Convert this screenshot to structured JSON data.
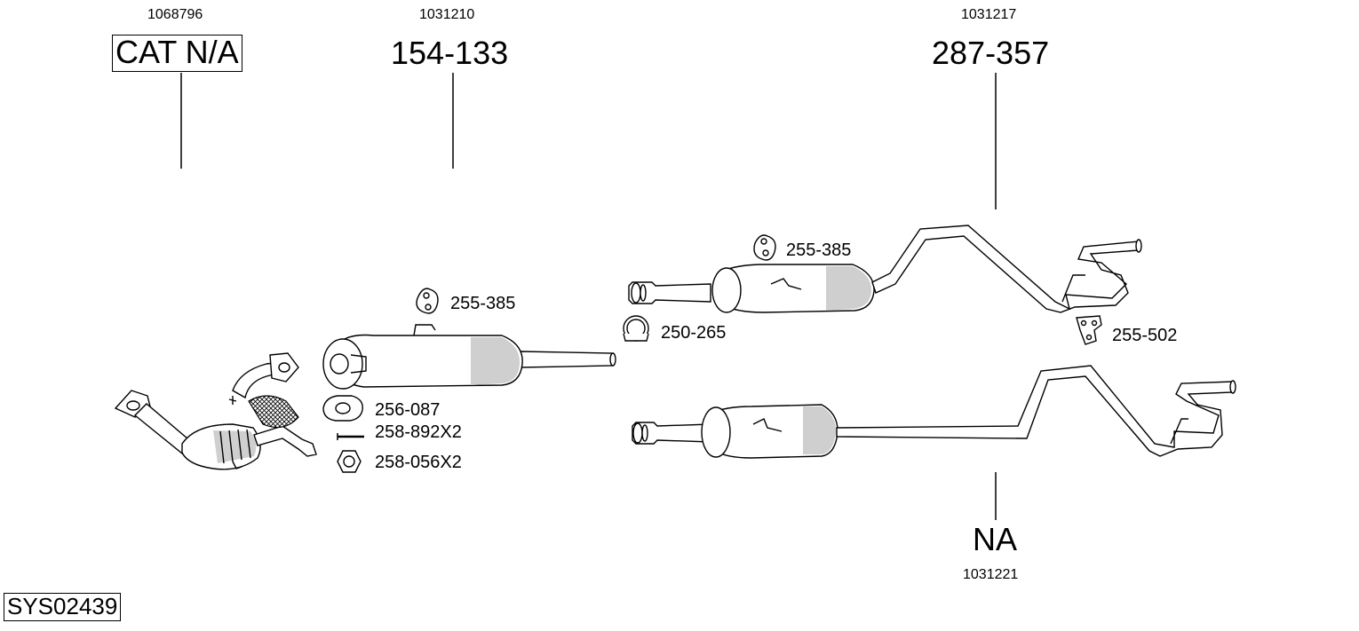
{
  "diagram": {
    "code_top_1": "1068796",
    "code_top_2": "1031210",
    "code_top_3": "1031217",
    "code_bottom": "1031221",
    "part_cat": "CAT N/A",
    "part_front": "154-133",
    "part_rear": "287-357",
    "part_rear_alt": "NA",
    "system_id": "SYS02439"
  },
  "accessories": {
    "hanger_1": "255-385",
    "hanger_2": "255-385",
    "clamp": "250-265",
    "hanger_3": "255-502",
    "gasket": "256-087",
    "bolt": "258-892X2",
    "nut": "258-056X2"
  }
}
